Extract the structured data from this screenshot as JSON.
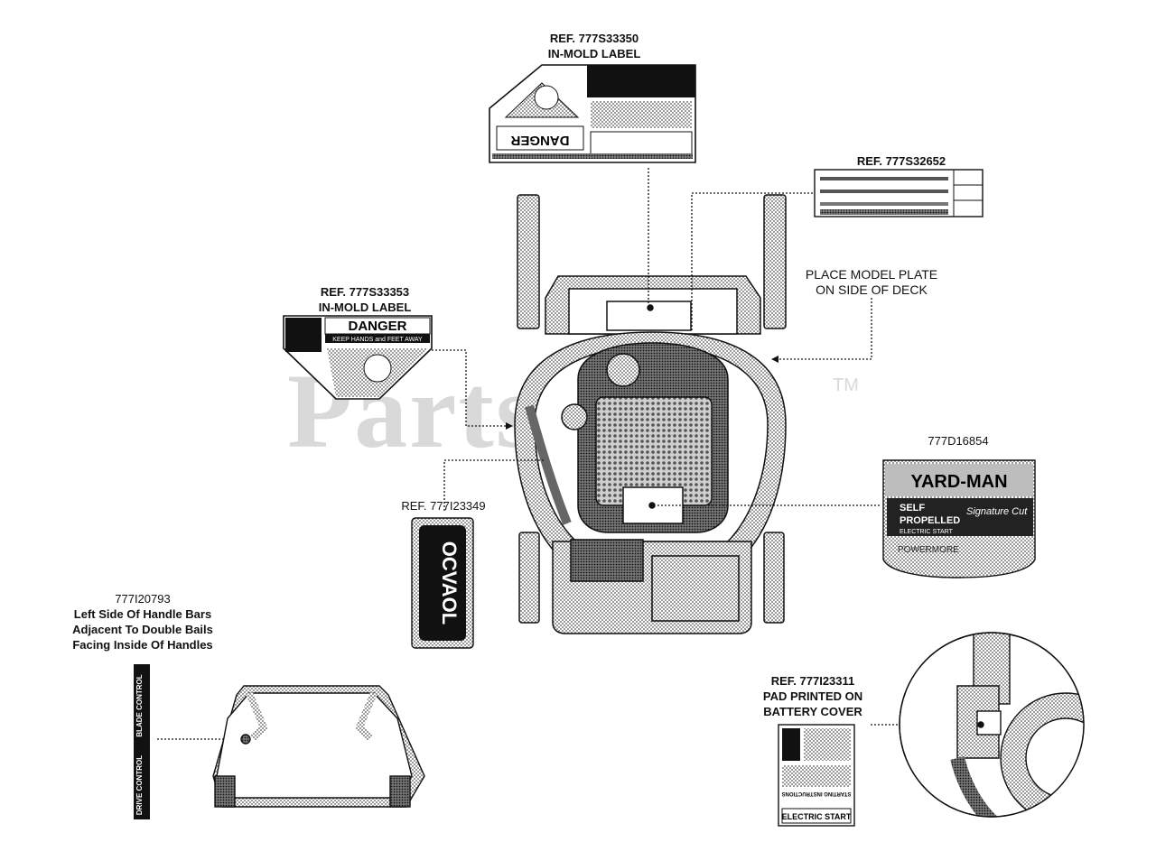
{
  "watermark": {
    "brand": "PartsTree",
    "tm": "TM"
  },
  "labels": {
    "ref_33350": {
      "line1": "REF. 777S33350",
      "line2": "IN-MOLD LABEL"
    },
    "ref_32652": {
      "line1": "REF. 777S32652"
    },
    "model_plate": {
      "line1": "PLACE MODEL PLATE",
      "line2": "ON SIDE OF DECK"
    },
    "ref_33353": {
      "line1": "REF. 777S33353",
      "line2": "IN-MOLD LABEL"
    },
    "ref_16854": {
      "line1": "777D16854"
    },
    "ref_23349": {
      "line1": "REF. 777I23349"
    },
    "ref_20793": {
      "line1": "777I20793",
      "line2": "Left Side Of Handle Bars",
      "line3": "Adjacent To Double Bails",
      "line4": "Facing Inside Of Handles"
    },
    "ref_23311": {
      "line1": "REF. 777I23311",
      "line2": "PAD PRINTED ON",
      "line3": "BATTERY COVER"
    }
  },
  "decal_text": {
    "danger": "DANGER",
    "keep_hands": "KEEP HANDS and FEET AWAY",
    "brand_decal": "YARD-MAN",
    "self": "SELF",
    "propelled": "PROPELLED",
    "electric_start": "ELECTRIC START",
    "signature_cut": "Signature Cut",
    "powermore": "POWERMORE",
    "vertical_decal": "OCVAOL",
    "drive_control": "DRIVE CONTROL",
    "blade_control": "BLADE CONTROL",
    "battery_electric_start": "ELECTRIC START",
    "battery_heading": "STARTING INSTRUCTIONS"
  },
  "colors": {
    "ink": "#111111",
    "watermark": "#d9d9d9",
    "paper": "#ffffff",
    "halftone": "#8a8a8a"
  }
}
